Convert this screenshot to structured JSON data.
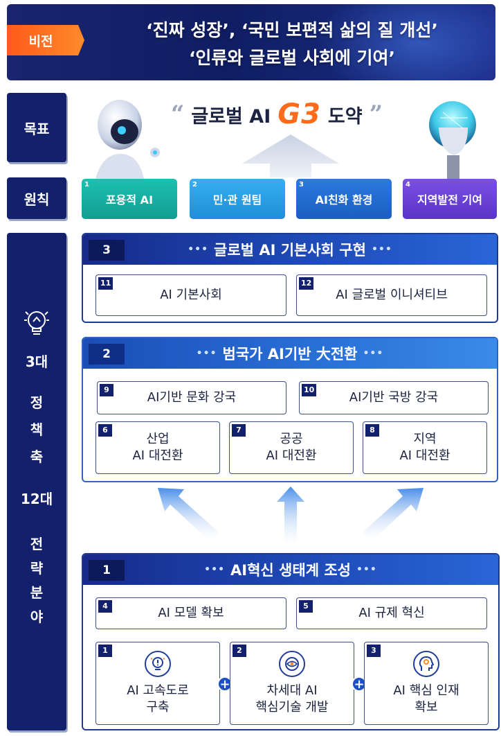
{
  "vision": {
    "tag": "비전",
    "line1": "‘진짜 성장’, ‘국민 보편적 삶의 질 개선’",
    "line2": "‘인류와 글로벌 사회에 기여’"
  },
  "labels": {
    "goal": "목표",
    "principle": "원칙",
    "axis_count": "3대",
    "axis_chars": [
      "정",
      "책",
      "축"
    ],
    "field_count": "12대",
    "field_chars": [
      "전",
      "략",
      "분",
      "야"
    ]
  },
  "goal": {
    "open_quote": "“",
    "text_before": "글로벌 AI",
    "highlight": "G3",
    "text_after": "도약",
    "close_quote": "”"
  },
  "principles": [
    {
      "num": "1",
      "label": "포용적 AI",
      "color": "#17b3a5"
    },
    {
      "num": "2",
      "label": "민·관 원팀",
      "color": "#2b9ee8"
    },
    {
      "num": "3",
      "label": "AI친화 환경",
      "color": "#1f6ad1"
    },
    {
      "num": "4",
      "label": "지역발전 기여",
      "color": "#6a42d6"
    }
  ],
  "axes": [
    {
      "num": "3",
      "title": "글로벌 AI 기본사회 구현",
      "items": [
        {
          "num": "11",
          "label": "AI 기본사회"
        },
        {
          "num": "12",
          "label": "AI 글로벌 이니셔티브"
        }
      ]
    },
    {
      "num": "2",
      "title": "범국가 AI기반 大전환",
      "items": [
        {
          "num": "9",
          "label": "AI기반 문화 강국"
        },
        {
          "num": "10",
          "label": "AI기반 국방 강국"
        },
        {
          "num": "6",
          "label1": "산업",
          "label2": "AI 대전환"
        },
        {
          "num": "7",
          "label1": "공공",
          "label2": "AI 대전환"
        },
        {
          "num": "8",
          "label1": "지역",
          "label2": "AI 대전환"
        }
      ]
    },
    {
      "num": "1",
      "title": "AI혁신 생태계 조성",
      "items": [
        {
          "num": "4",
          "label": "AI 모델 확보"
        },
        {
          "num": "5",
          "label": "AI 규제 혁신"
        },
        {
          "num": "1",
          "label1": "AI 고속도로",
          "label2": "구축",
          "icon": "alert-bulb-icon"
        },
        {
          "num": "2",
          "label1": "차세대 AI",
          "label2": "핵심기술 개발",
          "icon": "eye-chip-icon"
        },
        {
          "num": "3",
          "label1": "AI 핵심 인재",
          "label2": "확보",
          "icon": "head-gear-icon"
        }
      ]
    }
  ],
  "dots": "•••",
  "plus": "+"
}
